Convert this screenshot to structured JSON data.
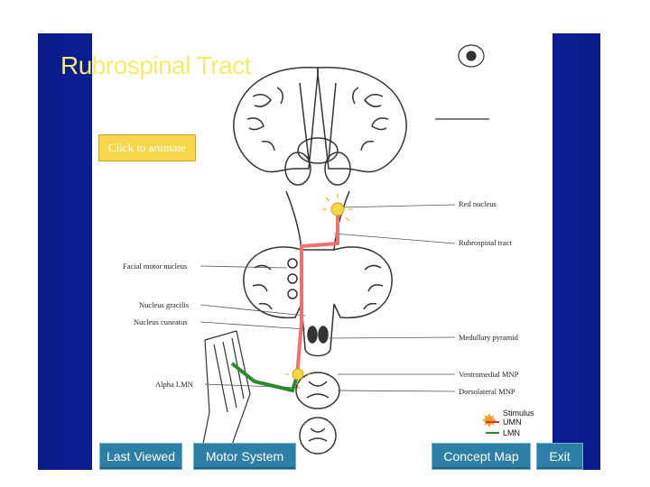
{
  "slide": {
    "title": "Rubrospinal Tract",
    "animate_button": "Click to animate"
  },
  "labels": {
    "red_nucleus": "Red nucleus",
    "rubrospinal_tract": "Rubrospinal tract",
    "facial_motor_nucleus": "Facial motor nucleus",
    "nucleus_gracilis": "Nucleus gracilis",
    "nucleus_cuneatus": "Nucleus cuneatus",
    "medullary_pyramid": "Medullary pyramid",
    "ventromedial_mnp": "Ventromedial MNP",
    "dorsolateral_mnp": "Dorsolateral MNP",
    "alpha_lmn": "Alpha LMN"
  },
  "legend": {
    "stimulus": "Stimulus",
    "umn": "UMN",
    "lmn": "LMN",
    "umn_color": "#e0333a",
    "lmn_color": "#2a8a2a",
    "stimulus_color": "#f0a020"
  },
  "nav": {
    "last_viewed": "Last Viewed",
    "motor_system": "Motor System",
    "concept_map": "Concept Map",
    "exit": "Exit"
  },
  "colors": {
    "background_blue": "#0d2aa8",
    "title_yellow": "#f2ed6a",
    "button_teal": "#2d7fa6",
    "tract_red": "#f07070",
    "tract_green": "#2a8a2a",
    "neuron_yellow": "#f7d64a"
  }
}
